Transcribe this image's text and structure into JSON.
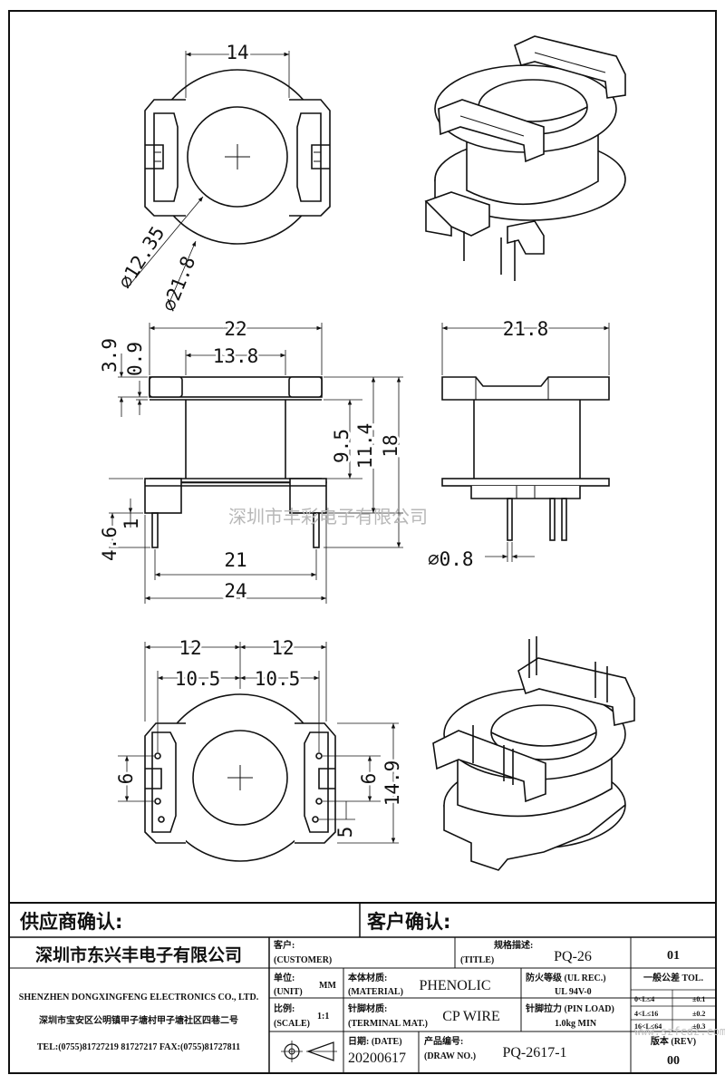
{
  "views": {
    "top": {
      "dim_width": "14",
      "dim_inner_dia": "⌀12.35",
      "dim_outer_dia": "⌀21.8"
    },
    "front": {
      "dim_top_overall": "22",
      "dim_top_inner": "13.8",
      "dim_flange_t": "3.9",
      "dim_flange_gap": "0.9",
      "dim_winding_h": "9.5",
      "dim_inner_h": "11.4",
      "dim_total_h": "18",
      "dim_pin_len": "4.6",
      "dim_base_t": "1",
      "dim_pin_span": "21",
      "dim_base_overall": "24"
    },
    "side": {
      "dim_width": "21.8",
      "dim_pin_dia": "⌀0.8"
    },
    "bottom": {
      "dim_half_left": "12",
      "dim_half_right": "12",
      "dim_pin_left": "10.5",
      "dim_pin_right": "10.5",
      "dim_slot_left": "6",
      "dim_slot_right": "6",
      "dim_height": "14.9",
      "dim_pitch": "5"
    }
  },
  "watermark": {
    "text": "深圳市丰彩电子有限公司",
    "site": "www.szfcdz.com"
  },
  "title_block": {
    "supplier_confirm": "供应商确认:",
    "customer_confirm": "客户确认:",
    "company_cn": "深圳市东兴丰电子有限公司",
    "company_en": "SHENZHEN DONGXINGFENG ELECTRONICS CO., LTD.",
    "address": "深圳市宝安区公明镇甲子塘村甲子塘社区四巷二号",
    "tel": "TEL:(0755)81727219  81727217   FAX:(0755)81727811",
    "customer_label": "客户:",
    "customer_label_en": "(CUSTOMER)",
    "spec_label": "规格描述:",
    "title_label_en": "(TITLE)",
    "title_value": "PQ-26",
    "sheet_no": "01",
    "unit_label": "单位:",
    "unit_label_en": "(UNIT)",
    "unit_value": "MM",
    "material_label": "本体材质:",
    "material_label_en": "(MATERIAL)",
    "material_value": "PHENOLIC",
    "fire_label": "防火等级 (UL REC.)",
    "fire_value": "UL 94V-0",
    "tolerance_label": "一般公差 TOL.",
    "tol_row1_range": "0<L≤4",
    "tol_row1_value": "±0.1",
    "tol_row2_range": "4<L≤16",
    "tol_row2_value": "±0.2",
    "tol_row3_range": "16<L≤64",
    "tol_row3_value": "±0.3",
    "scale_label": "比例:",
    "scale_label_en": "(SCALE)",
    "scale_value": "1:1",
    "terminal_label": "针脚材质:",
    "terminal_label_en": "(TERMINAL MAT.)",
    "terminal_value": "CP WIRE",
    "pin_load_label": "针脚拉力 (PIN LOAD)",
    "pin_load_value": "1.0kg MIN",
    "date_label": "日期: (DATE)",
    "date_value": "20200617",
    "drawno_label": "产品编号:",
    "drawno_label_en": "(DRAW NO.)",
    "drawno_value": "PQ-2617-1",
    "rev_label": "版本 (REV)",
    "rev_value": "00"
  }
}
